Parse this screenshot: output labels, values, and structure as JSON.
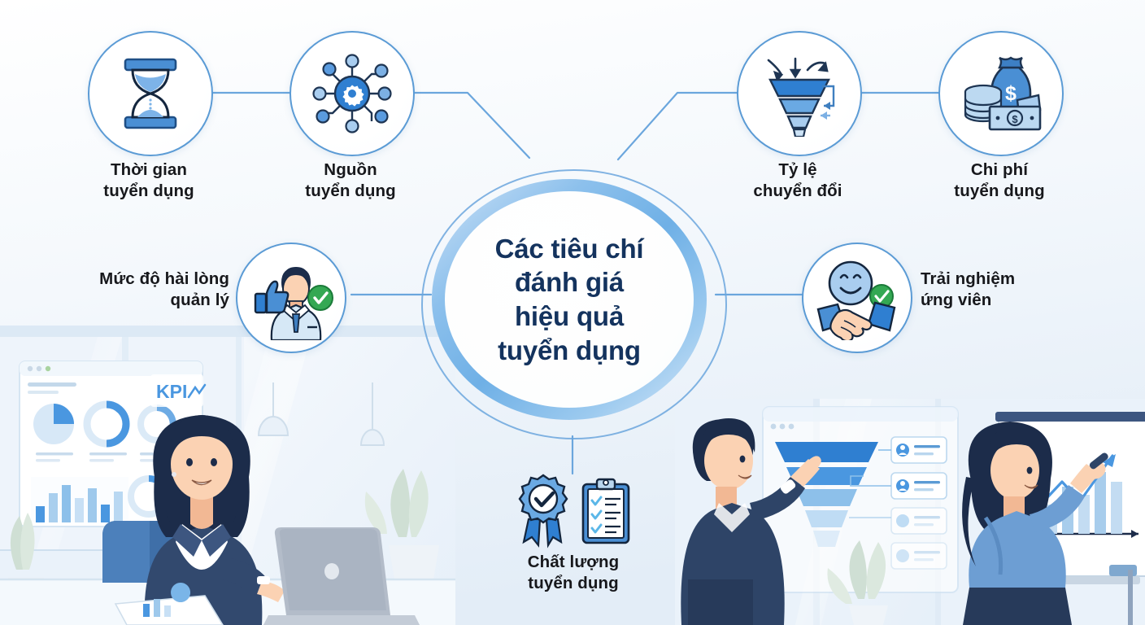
{
  "meta": {
    "kind": "recruitment-kpi-infographic",
    "language": "vi"
  },
  "colors": {
    "accent_blue": "#2f7fd1",
    "ring_blue": "#5b9bd5",
    "light_blue": "#8cc0ec",
    "hub_text": "#14335e",
    "label_text": "#17181c",
    "check_green": "#34a853",
    "background": "#eef4fa"
  },
  "hub": {
    "title": "Các tiêu chí\nđánh giá\nhiệu quả\ntuyển dụng"
  },
  "nodes": [
    {
      "id": "time-to-hire",
      "label": "Thời gian\ntuyển dụng",
      "icon": "hourglass-icon",
      "position": "top-left-outer"
    },
    {
      "id": "source-of-hire",
      "label": "Nguồn\ntuyển dụng",
      "icon": "network-gear-icon",
      "position": "top-left-inner"
    },
    {
      "id": "conversion-rate",
      "label": "Tỷ lệ\nchuyển đổi",
      "icon": "funnel-icon",
      "position": "top-right-inner"
    },
    {
      "id": "cost-per-hire",
      "label": "Chi phí\ntuyển dụng",
      "icon": "money-bag-icon",
      "position": "top-right-outer"
    },
    {
      "id": "manager-satisfaction",
      "label": "Mức độ hài lòng\nquản lý",
      "icon": "thumbs-up-person-icon",
      "position": "middle-left"
    },
    {
      "id": "candidate-experience",
      "label": "Trải nghiệm\nứng viên",
      "icon": "handshake-smiley-icon",
      "position": "middle-right"
    },
    {
      "id": "quality-of-hire",
      "label": "Chất lượng\ntuyển dụng",
      "icon": "badge-clipboard-icon",
      "position": "bottom-center"
    }
  ],
  "scene": {
    "dashboard_label": "KPI",
    "left_figure": "woman-at-laptop",
    "right_figure_a": "man-presenting-funnel",
    "right_figure_b": "woman-at-whiteboard"
  }
}
